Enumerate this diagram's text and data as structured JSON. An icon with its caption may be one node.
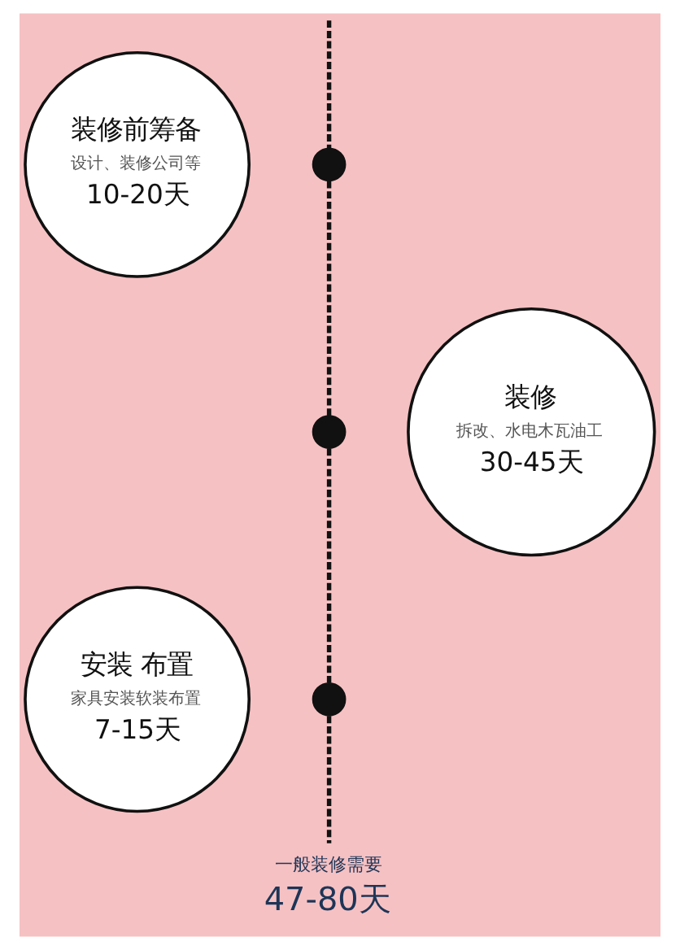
{
  "diagram": {
    "nodes": [
      {
        "text": [],
        "shape": "circle"
      },
      {
        "text": [
          "装修前筹备",
          "设计、装修公司等",
          "10-20天"
        ]
      },
      {
        "text": [],
        "shape": "circle"
      },
      {
        "text": [
          "装修",
          "拆改、水电木瓦油工",
          "30-45天"
        ]
      },
      {
        "text": [],
        "shape": "circle"
      },
      {
        "text": [
          "安装 布置",
          "家具安装软装布置",
          "7-15天"
        ]
      },
      {
        "text": [
          "一般装修需要",
          "47-80天"
        ]
      }
    ],
    "edges": [
      {
        "from": null,
        "to": 0,
        "arrow": "none",
        "style": "dashed"
      },
      {
        "from": 0,
        "to": 2,
        "arrow": "none",
        "style": "dashed"
      },
      {
        "from": 2,
        "to": 4,
        "arrow": "none",
        "style": "dashed"
      },
      {
        "from": 4,
        "to": 6,
        "arrow": "none",
        "style": "dashed"
      }
    ]
  }
}
